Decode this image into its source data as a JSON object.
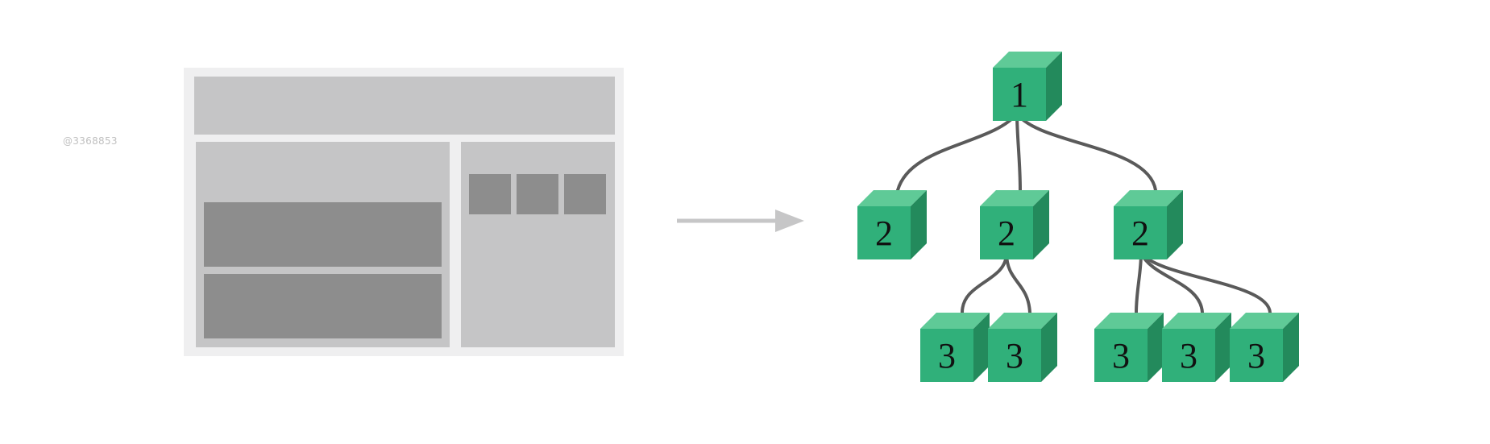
{
  "watermark": "@3368853",
  "colors": {
    "mock_frame": "#efeff0",
    "mock_light": "#c5c5c6",
    "mock_dark": "#8d8d8d",
    "arrow": "#c6c6c7",
    "cube_front": "#30b07a",
    "cube_top": "#5fca97",
    "cube_side": "#238a5c",
    "connector": "#5a5a5a"
  },
  "tree": {
    "root": "1",
    "level2": [
      "2",
      "2",
      "2"
    ],
    "level3": [
      "3",
      "3",
      "3",
      "3",
      "3"
    ]
  }
}
